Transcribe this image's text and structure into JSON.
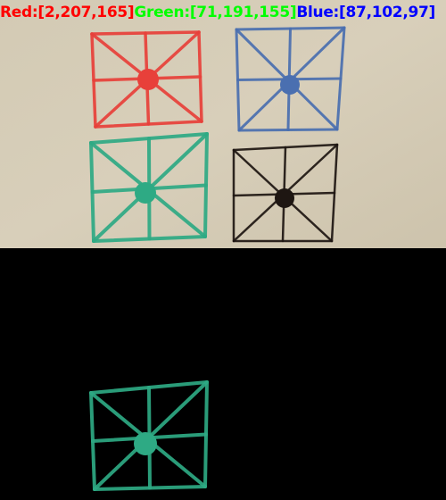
{
  "readout": {
    "red": {
      "text": "Red:[2,207,165]",
      "color": "#ff0000"
    },
    "green": {
      "text": "Green:[71,191,155]",
      "color": "#00ff00"
    },
    "blue": {
      "text": "Blue:[87,102,97]",
      "color": "#0000ff"
    }
  },
  "colors": {
    "paper": "#d6cdb8",
    "paper_shadow": "#c9bea6",
    "mask_background": "#000000",
    "red_marker": "#e8403a",
    "blue_marker": "#4a6fb0",
    "green_marker": "#2eaa84",
    "black_marker": "#1e1612"
  },
  "drawings": [
    {
      "name": "red-drawing",
      "icon": "square-grid-with-dot",
      "color_key": "red_marker"
    },
    {
      "name": "blue-drawing",
      "icon": "square-grid-with-dot",
      "color_key": "blue_marker"
    },
    {
      "name": "green-drawing",
      "icon": "square-grid-with-dot",
      "color_key": "green_marker"
    },
    {
      "name": "black-drawing",
      "icon": "square-grid-with-dot",
      "color_key": "black_marker"
    }
  ],
  "mask": {
    "visible_drawing": "green-drawing",
    "icon": "square-grid-with-dot"
  }
}
